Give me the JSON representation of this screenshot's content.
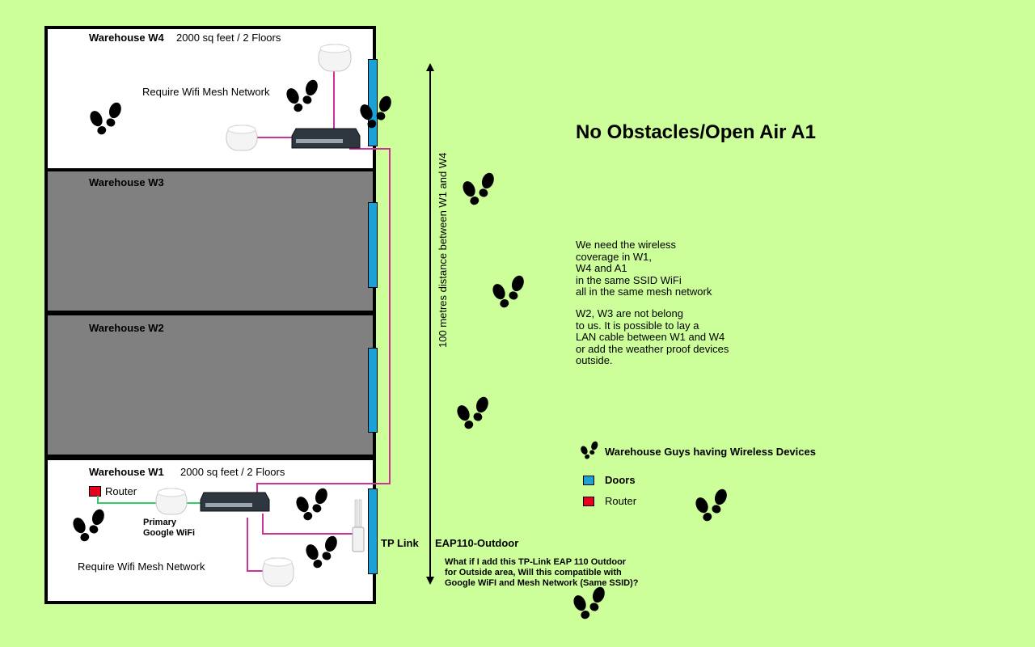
{
  "title": "No Obstacles/Open Air A1",
  "warehouses": {
    "w4": {
      "name": "Warehouse W4",
      "size": "2000 sq feet / 2 Floors",
      "requirement": "Require Wifi Mesh Network"
    },
    "w3": {
      "name": "Warehouse W3"
    },
    "w2": {
      "name": "Warehouse W2"
    },
    "w1": {
      "name": "Warehouse W1",
      "size": "2000 sq feet / 2 Floors",
      "requirement": "Require Wifi Mesh Network",
      "router_label": "Router",
      "primary_label": "Primary\nGoogle WiFi"
    }
  },
  "distance_label": "100 metres distance between W1 and W4",
  "tplink": {
    "label_a": "TP Link",
    "label_b": "EAP110-Outdoor"
  },
  "question": "What if I add this TP-Link EAP 110 Outdoor\nfor Outside area, Will this compatible with\nGoogle WiFI and Mesh Network (Same SSID)?",
  "notes": {
    "paragraph1": "We need the wireless\ncoverage in W1,\nW4 and A1\nin the same SSID WiFi\nall in the same mesh network",
    "paragraph2": "W2, W3 are not belong\nto us. It is possible to lay a\nLAN cable between W1 and W4\nor add the weather proof devices\noutside."
  },
  "legend": {
    "people": "Warehouse Guys having Wireless Devices",
    "doors": "Doors",
    "router": "Router"
  },
  "colors": {
    "background": "#ccff99",
    "door": "#1ba1d8",
    "router": "#e8001c",
    "cable_lan": "#cc3399",
    "cable_green": "#33cc66",
    "restricted_warehouse": "#808080"
  }
}
